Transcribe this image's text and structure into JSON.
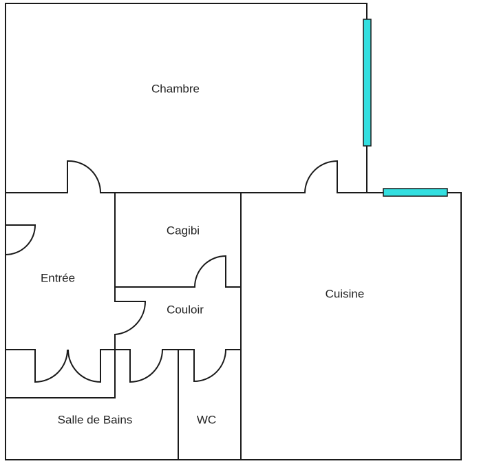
{
  "rooms": [
    {
      "id": "chambre",
      "label": "Chambre"
    },
    {
      "id": "cagibi",
      "label": "Cagibi"
    },
    {
      "id": "entree",
      "label": "Entrée"
    },
    {
      "id": "couloir",
      "label": "Couloir"
    },
    {
      "id": "cuisine",
      "label": "Cuisine"
    },
    {
      "id": "salle-de-bains",
      "label": "Salle de Bains"
    },
    {
      "id": "wc",
      "label": "WC"
    }
  ],
  "colors": {
    "walls": "#1a1a1a",
    "windows": "#33dfe0",
    "background": "#ffffff"
  }
}
